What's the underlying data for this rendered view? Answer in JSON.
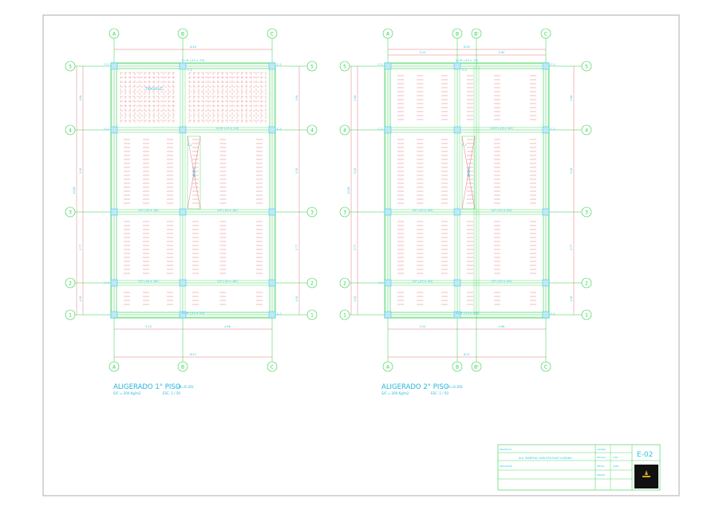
{
  "plans": [
    {
      "title": "ALIGERADO  1° PISO",
      "title_note": "(H=0.20)",
      "load_text": "S/C = 200 Kg/m2",
      "scale_text": "ESC. 1 / 50",
      "axes_top": [
        "A",
        "B",
        "C"
      ],
      "axes_bottom": [
        "A",
        "B",
        "C"
      ],
      "axes_rows": [
        "5",
        "4",
        "3",
        "2",
        "1"
      ],
      "dim_top_total": "8.40",
      "dim_bottom_parts": [
        "3.10",
        "4.96"
      ],
      "dim_bottom_total": "8.47",
      "dim_side_parts": [
        "2.64",
        "3.20",
        "2.77",
        "1.00"
      ],
      "dim_side_total": "10.60",
      "beams": [
        "V-CH (.25 x .20)",
        "V-CH (.25 x .20)",
        "V-P (.25 x .40)",
        "V-P (.25 x .40)",
        "V-P (.25 x .40)",
        "V-P (.25 x .40)",
        "V-CH (.25 x .20)"
      ],
      "columns": [
        "C-1",
        "C-1",
        "C-1",
        "C-1",
        "C-1",
        "C-1",
        "C-1",
        "C-1"
      ],
      "labels": [
        "TRAGALUZ",
        "VACIO"
      ]
    },
    {
      "title": "ALIGERADO  2° PISO",
      "title_note": "(H=0.20)",
      "load_text": "S/C = 200 Kg/m2",
      "scale_text": "ESC. 1 / 50",
      "axes_top": [
        "A",
        "B",
        "B'",
        "C"
      ],
      "axes_bottom": [
        "A",
        "B",
        "B'",
        "C"
      ],
      "axes_rows": [
        "5",
        "4",
        "3",
        "2",
        "1"
      ],
      "dim_top_parts": [
        "3.10",
        "4.90"
      ],
      "dim_top_total": "8.40",
      "dim_bottom_parts": [
        "3.10",
        "4.96"
      ],
      "dim_bottom_total": "8.47",
      "dim_side_parts": [
        "2.64",
        "3.20",
        "2.77",
        "1.00"
      ],
      "dim_side_total": "10.60",
      "beams": [
        "V-CH (.25 x .20)",
        "V-CH (.25 x .20)",
        "V-P (.25 x .40)",
        "V-P (.25 x .40)",
        "V-P (.25 x .40)",
        "V-P (.25 x .40)",
        "V-CH (.25 x .20)"
      ],
      "columns": [
        "C-1",
        "C-2",
        "C-1",
        "C-1",
        "C-1",
        "C-1",
        "C-1",
        "C-1"
      ],
      "labels": [
        "VACIO"
      ]
    }
  ],
  "title_block": {
    "owner": "Sra. MARTHA CARLOTA RUIZ LOZANO",
    "sheet_code": "E-02",
    "small_fields": [
      "PROYECTO",
      "UBICACION",
      "LAMINA",
      "ESCALA",
      "FECHA",
      "DIBUJO",
      "1/50",
      "2018"
    ]
  },
  "colors": {
    "axis_green": "#2fd04a",
    "cyan_text": "#2ec4e6",
    "hatch_red": "#e0565a",
    "title_cyan": "#26b6dc",
    "border": "#9a9a9a"
  }
}
